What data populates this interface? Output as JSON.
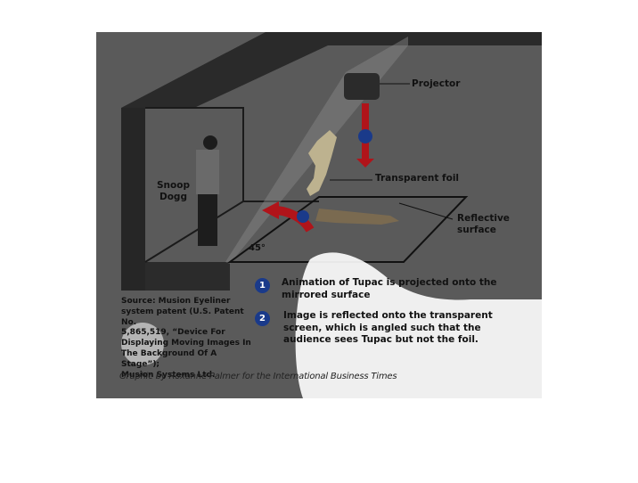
{
  "diagram": {
    "labels": {
      "projector": "Projector",
      "transparent_foil": "Transparent foil",
      "reflective_surface": "Reflective\nsurface",
      "snoop_dogg": "Snoop\nDogg",
      "angle": "45°"
    },
    "steps": [
      {
        "number": "1",
        "text": "Animation of Tupac is projected onto the\nmirrored surface"
      },
      {
        "number": "2",
        "text": "Image is reflected onto the transparent\nscreen, which is angled such that the\naudience sees Tupac but not the foil."
      }
    ],
    "source": "Source: Musion Eyeliner\nsystem patent (U.S. Patent No.\n5,865,519, “Device For\nDisplaying Moving Images In\nThe Background Of A Stage”);\nMusion Systems Ltd.",
    "credit": "Graphic by Roxanne Palmer for the International Business Times",
    "colors": {
      "background_dim": "#5a5a5a",
      "stage_dark": "#2b2b2b",
      "arrow_red": "#b0141a",
      "badge_blue": "#1a3a8a",
      "overlay_white": "#ffffff"
    }
  }
}
